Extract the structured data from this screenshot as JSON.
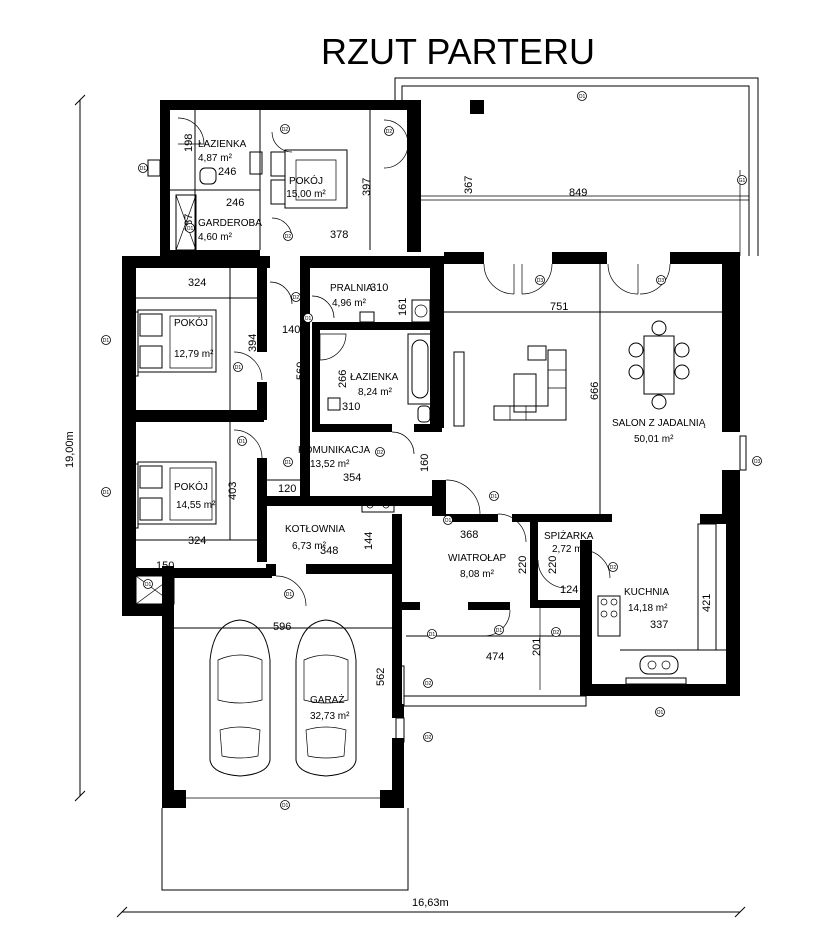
{
  "title": "RZUT PARTERU",
  "rooms": [
    {
      "id": "lazienka-top",
      "name": "ŁAZIENKA",
      "area": "4,87 m²"
    },
    {
      "id": "pokoj-top",
      "name": "POKÓJ",
      "area": "15,00 m²"
    },
    {
      "id": "garderoba",
      "name": "GARDEROBA",
      "area": "4,60 m²"
    },
    {
      "id": "pralnia",
      "name": "PRALNIA",
      "area": "4,96 m²"
    },
    {
      "id": "pokoj-mid",
      "name": "POKÓJ",
      "area": "12,79 m²"
    },
    {
      "id": "lazienka-mid",
      "name": "ŁAZIENKA",
      "area": "8,24 m²"
    },
    {
      "id": "salon",
      "name": "SALON Z JADALNIĄ",
      "area": "50,01 m²"
    },
    {
      "id": "komunikacja",
      "name": "KOMUNIKACJA",
      "area": "13,52 m²"
    },
    {
      "id": "pokoj-bot",
      "name": "POKÓJ",
      "area": "14,55 m²"
    },
    {
      "id": "kotlownia",
      "name": "KOTŁOWNIA",
      "area": "6,73 m²"
    },
    {
      "id": "wiatrolap",
      "name": "WIATROŁAP",
      "area": "8,08 m²"
    },
    {
      "id": "spizarka",
      "name": "SPIŻARKA",
      "area": "2,72 m²"
    },
    {
      "id": "kuchnia",
      "name": "KUCHNIA",
      "area": "14,18 m²"
    },
    {
      "id": "garaz",
      "name": "GARAŻ",
      "area": "32,73 m²"
    }
  ],
  "dimensions": [
    "198",
    "246",
    "246",
    "187",
    "397",
    "378",
    "367",
    "849",
    "324",
    "310",
    "161",
    "394",
    "140",
    "751",
    "560",
    "266",
    "310",
    "666",
    "403",
    "120",
    "354",
    "160",
    "324",
    "368",
    "144",
    "348",
    "150",
    "220",
    "220",
    "124",
    "421",
    "596",
    "337",
    "474",
    "201",
    "562"
  ],
  "overall": {
    "height": "19,00m",
    "width": "16,63m"
  },
  "tags": [
    "D2",
    "D2",
    "D1",
    "D2",
    "D2",
    "D3",
    "D3",
    "D1",
    "D1",
    "D1",
    "D1",
    "D1",
    "D2",
    "D1",
    "D1",
    "D1",
    "D1",
    "D2",
    "D2",
    "O2",
    "O2",
    "O3",
    "O1",
    "O1",
    "O1",
    "O1",
    "O1",
    "O1",
    "O1",
    "G1"
  ]
}
